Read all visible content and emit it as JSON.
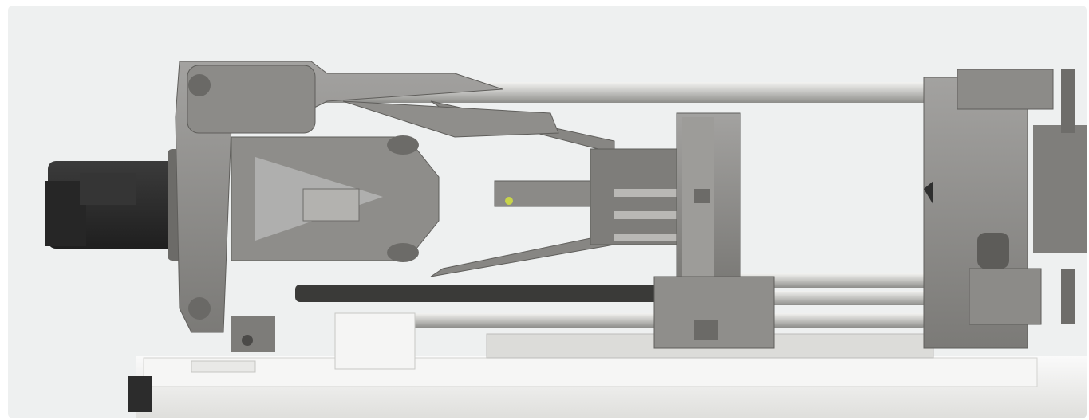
{
  "image": {
    "subject": "injection-molding-machine-clamping-unit",
    "colors": {
      "background": "#eef0f0",
      "steel": "#8f8f8c",
      "steel_dark": "#6e6d6a",
      "rod": "#c9c9c6",
      "motor": "#2f2f2f",
      "base": "#f4f4f3"
    },
    "icons": [
      "toggle-link",
      "motor",
      "tie-bar",
      "platen",
      "screw",
      "base"
    ]
  }
}
